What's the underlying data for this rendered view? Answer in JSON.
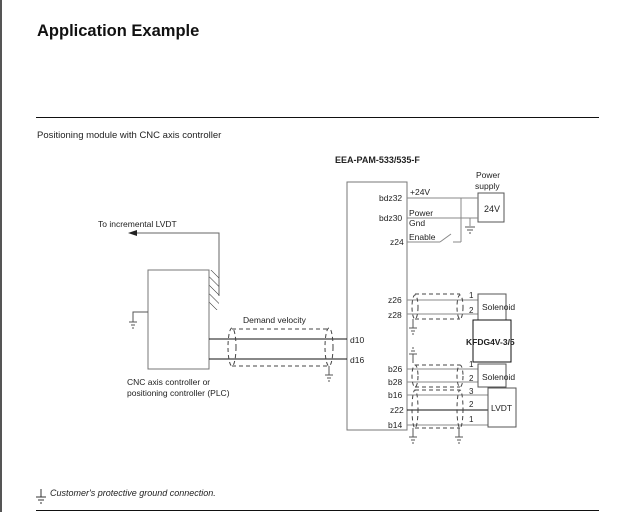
{
  "page": {
    "title": "Application Example",
    "subtitle": "Positioning module with CNC axis controller",
    "footnote": "Customer's protective ground connection."
  },
  "diagram": {
    "module_label": "EEA-PAM-533/535-F",
    "controller_label_line1": "CNC axis controller or",
    "controller_label_line2": "positioning controller (PLC)",
    "lvdt_arrow_label": "To incremental LVDT",
    "demand_velocity_label": "Demand velocity",
    "pins": {
      "bdz32": "bdz32",
      "bdz30": "bdz30",
      "z24": "z24",
      "d10": "d10",
      "d16": "d16",
      "z26": "z26",
      "z28": "z28",
      "b26": "b26",
      "b28": "b28",
      "b16": "b16",
      "z22": "z22",
      "b14": "b14"
    },
    "signals": {
      "plus24v": "+24V",
      "power": "Power",
      "gnd": "Gnd",
      "enable": "Enable"
    },
    "power_supply": {
      "label_line1": "Power",
      "label_line2": "supply",
      "voltage": "24V"
    },
    "solenoid_a": {
      "label": "Solenoid",
      "terminal1": "1",
      "terminal2": "2"
    },
    "valve_label": "KFDG4V-3/5",
    "solenoid_b": {
      "label": "Solenoid",
      "terminal1": "1",
      "terminal2": "2"
    },
    "lvdt": {
      "label": "LVDT",
      "terminal3": "3",
      "terminal2": "2",
      "terminal1": "1"
    }
  }
}
